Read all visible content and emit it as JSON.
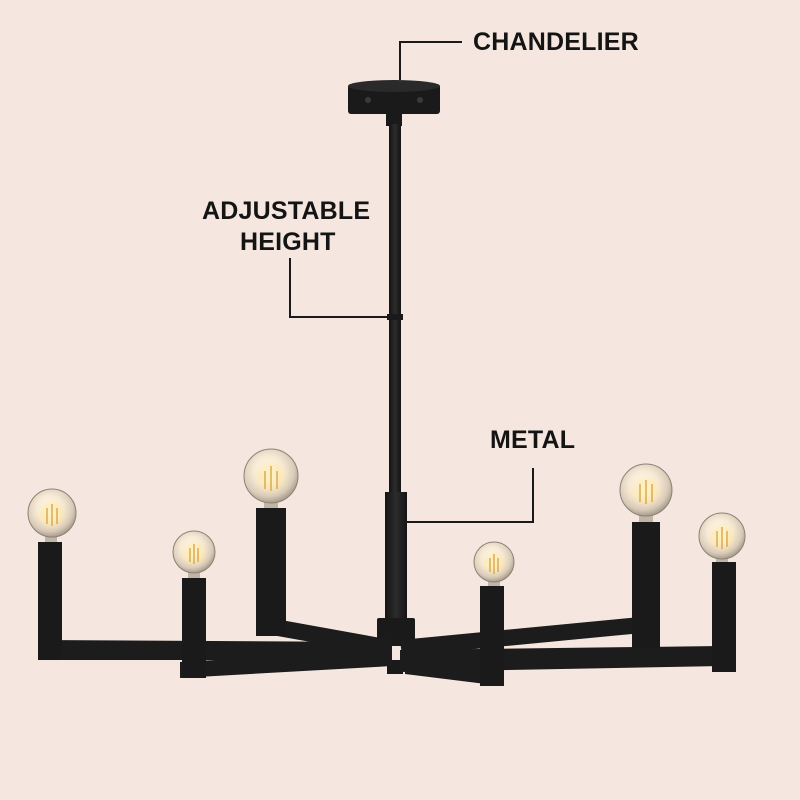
{
  "callouts": {
    "chandelier": "CHANDELIER",
    "adjustable_height_line1": "ADJUSTABLE",
    "adjustable_height_line2": "HEIGHT",
    "metal": "METAL"
  },
  "colors": {
    "background": "#f5e7e0",
    "fixture": "#1c1c1c",
    "text": "#141414",
    "bulb_glow": "#ffe9b8"
  },
  "fixture": {
    "kind": "chandelier",
    "bulb_count": 6,
    "finish": "black"
  }
}
